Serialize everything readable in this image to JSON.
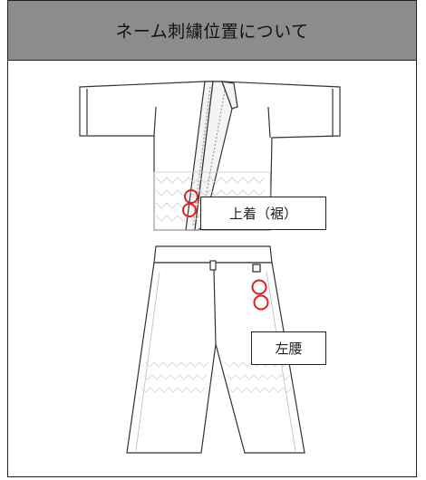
{
  "header": {
    "title": "ネーム刺繍位置について"
  },
  "labels": {
    "jacket": "上着（裾）",
    "pants": "左腰"
  },
  "icons": {
    "jacket": "judo-jacket-illustration",
    "pants": "judo-pants-illustration",
    "marker": "red-circle-marker",
    "small_square": "square-marker"
  },
  "colors": {
    "header_bg": "#8c8c8c",
    "marker": "#e02020"
  }
}
